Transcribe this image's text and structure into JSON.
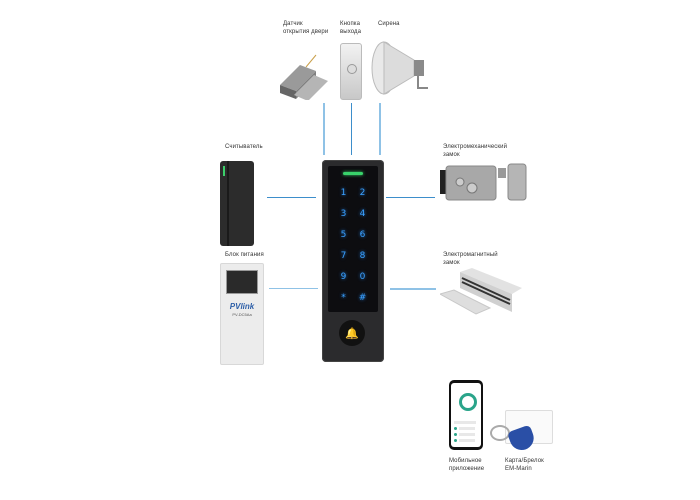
{
  "diagram": {
    "title": "Access control system connection diagram",
    "center_device": {
      "name": "Keypad controller",
      "keys": [
        "1",
        "2",
        "3",
        "4",
        "5",
        "6",
        "7",
        "8",
        "9",
        "0",
        "*",
        "#"
      ],
      "bell_icon": "bell-icon"
    },
    "components": {
      "door_sensor": {
        "label": "Датчик\nоткрытия двери"
      },
      "exit_button": {
        "label": "Кнопка\nвыхода"
      },
      "siren": {
        "label": "Сирена"
      },
      "reader": {
        "label": "Считыватель"
      },
      "power_supply": {
        "label": "Блок питания",
        "brand": "PVlink",
        "model": "PV-DC5Aa"
      },
      "electromechanical_lock": {
        "label": "Электромеханический\nзамок"
      },
      "electromagnetic_lock": {
        "label": "Электромагнитный\nзамок"
      },
      "mobile_app": {
        "label": "Мобильное\nприложение"
      },
      "card_fob": {
        "label": "Карта/Брелок\nEM-Marin"
      }
    },
    "colors": {
      "connector": "#3d8ecb",
      "keypad_glow": "#3aa0ff",
      "led": "#39d36b"
    }
  }
}
